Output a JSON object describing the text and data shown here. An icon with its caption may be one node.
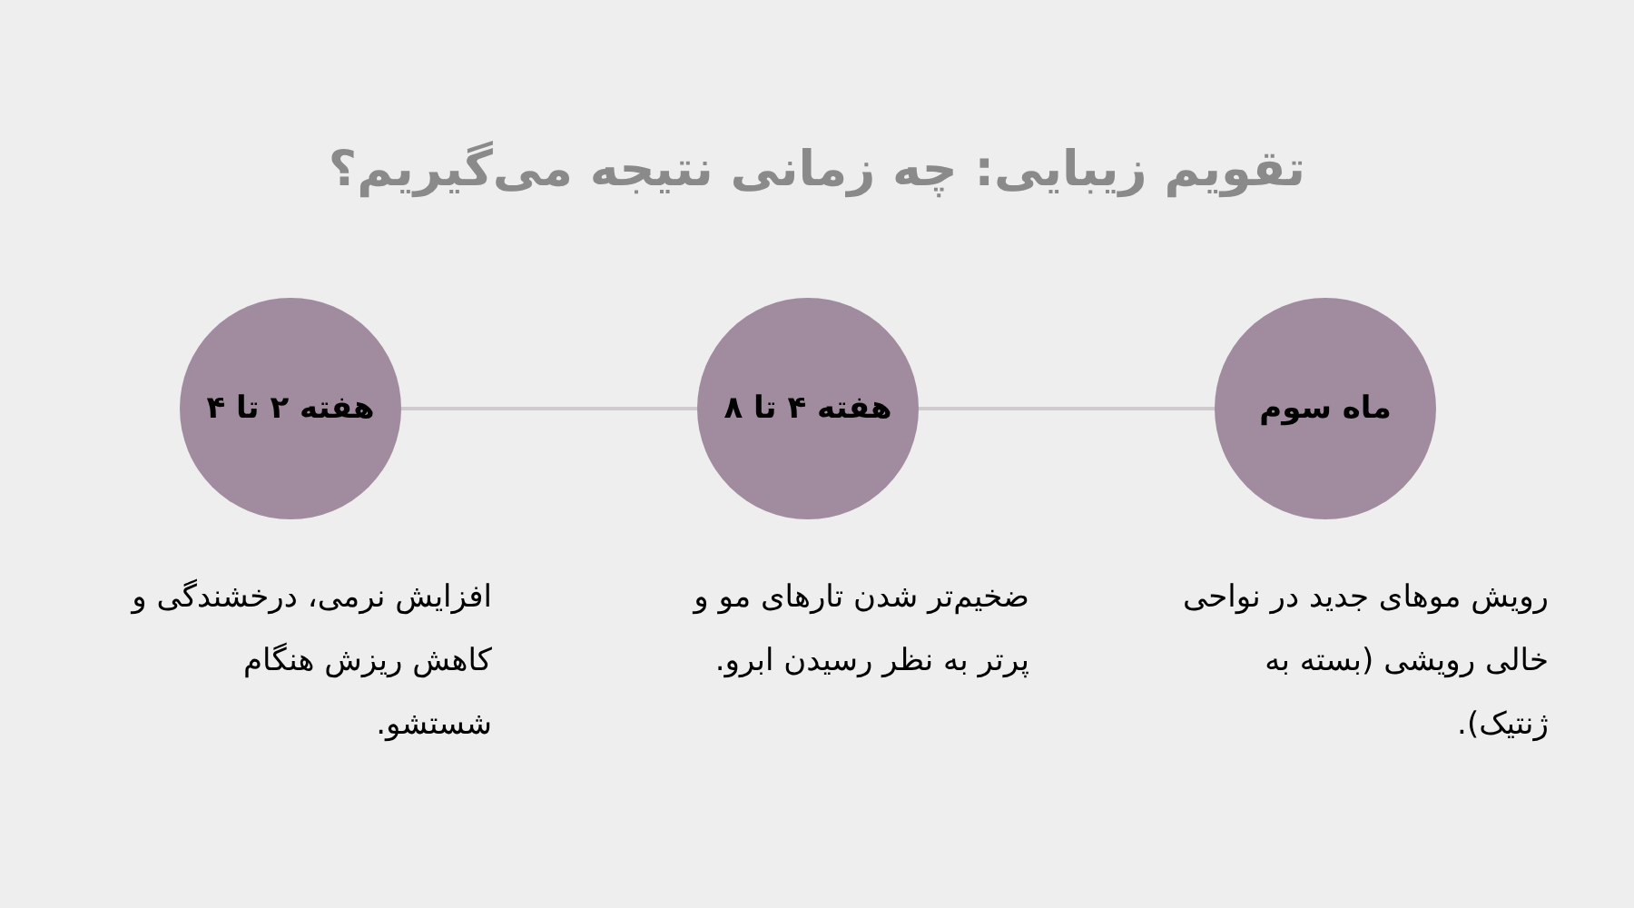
{
  "diagram": {
    "title": "تقویم زیبایی: چه زمانی نتیجه می‌گیریم؟",
    "nodes": [
      {
        "text": [
          "ماه سوم"
        ],
        "beside": [
          "رویش موهای جدید در نواحی خالی رویشی (بسته به ژنتیک)."
        ]
      },
      {
        "text": [
          "هفته ۴ تا ۸"
        ],
        "beside": [
          "ضخیم‌تر شدن تارهای مو و پرتر به نظر رسیدن ابرو."
        ]
      },
      {
        "text": [
          "هفته ۲ تا ۴"
        ],
        "beside": [
          "افزایش نرمی، درخشندگی و کاهش ریزش هنگام شستشو."
        ]
      }
    ],
    "edges": [
      {
        "from": 0,
        "to": 1,
        "arrow": "none"
      },
      {
        "from": 1,
        "to": 2,
        "arrow": "none"
      }
    ]
  }
}
